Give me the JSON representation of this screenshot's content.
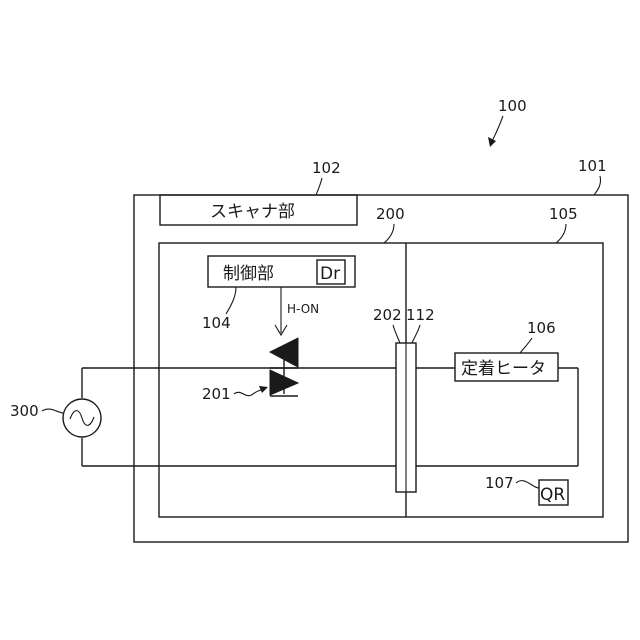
{
  "refs": {
    "system": "100",
    "apparatus": "101",
    "scanner": "102",
    "controller": "104",
    "fixing_unit": "105",
    "fixing_heater": "106",
    "thermal_switch": "107",
    "power_board": "200",
    "triac": "201",
    "connector_a": "202",
    "connector_b": "112",
    "ac_source": "300"
  },
  "labels": {
    "scanner": "スキャナ部",
    "controller": "制御部",
    "driver": "Dr",
    "fixing_heater": "定着ヒータ",
    "thermal_switch": "QR",
    "signal": "H-ON"
  }
}
